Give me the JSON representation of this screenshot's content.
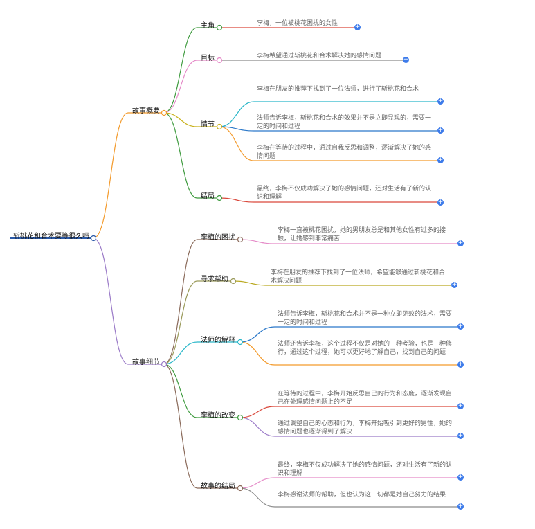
{
  "mindmap": {
    "root": "斩桃花和合术要等很久吗",
    "sections": [
      {
        "label": "故事概要",
        "children": [
          {
            "label": "主角",
            "leaves": [
              "李梅，一位被桃花困扰的女性"
            ]
          },
          {
            "label": "目标",
            "leaves": [
              "李梅希望通过斩桃花和合术解决她的感情问题"
            ]
          },
          {
            "label": "情节",
            "leaves": [
              "李梅在朋友的推荐下找到了一位法师，进行了斩桃花和合术",
              "法师告诉李梅，斩桃花和合术的效果并不是立即显现的，需要一定的时间和过程",
              "李梅在等待的过程中，通过自我反思和调整，逐渐解决了她的感情问题"
            ]
          },
          {
            "label": "结局",
            "leaves": [
              "最终，李梅不仅成功解决了她的感情问题，还对生活有了新的认识和理解"
            ]
          }
        ]
      },
      {
        "label": "故事细节",
        "children": [
          {
            "label": "李梅的困扰",
            "leaves": [
              "李梅一直被桃花困扰，她的男朋友总是和其他女性有过多的接触，让她感到非常痛苦"
            ]
          },
          {
            "label": "寻求帮助",
            "leaves": [
              "李梅在朋友的推荐下找到了一位法师，希望能够通过斩桃花和合术解决问题"
            ]
          },
          {
            "label": "法师的解释",
            "leaves": [
              "法师告诉李梅，斩桃花和合术并不是一种立即见效的法术，需要一定的时间和过程",
              "法师还告诉李梅，这个过程不仅是对她的一种考验，也是一种修行，通过这个过程，她可以更好地了解自己，找到自己的问题"
            ]
          },
          {
            "label": "李梅的改变",
            "leaves": [
              "在等待的过程中，李梅开始反思自己的行为和态度，逐渐发现自己在处理感情问题上的不足",
              "通过调整自己的心态和行为，李梅开始吸引到更好的男性，她的感情问题也逐渐得到了解决"
            ]
          },
          {
            "label": "故事的结局",
            "leaves": [
              "最终，李梅不仅成功解决了她的感情问题，还对生活有了新的认识和理解",
              "李梅感谢法师的帮助，但也认为这一切都是她自己努力的结果"
            ]
          }
        ]
      }
    ]
  },
  "colors": {
    "root_line": "#2b5aa8",
    "section_summary": "#f39a2b",
    "section_detail": "#9b7bc8",
    "node_protagonist": "#3f9b3f",
    "node_goal": "#e58bc8",
    "node_plot": "#c9b21f",
    "node_ending": "#3f9b3f",
    "leaf_cyan": "#2bb7c9",
    "leaf_blue": "#2b78c9",
    "leaf_orange": "#f39a2b",
    "leaf_red": "#d9473a",
    "leaf_pink": "#e58bc8",
    "leaf_olive": "#b9a81f",
    "leaf_purple": "#9b7bc8",
    "leaf_grey": "#8a8a8a",
    "expand": "#3d7bea"
  }
}
